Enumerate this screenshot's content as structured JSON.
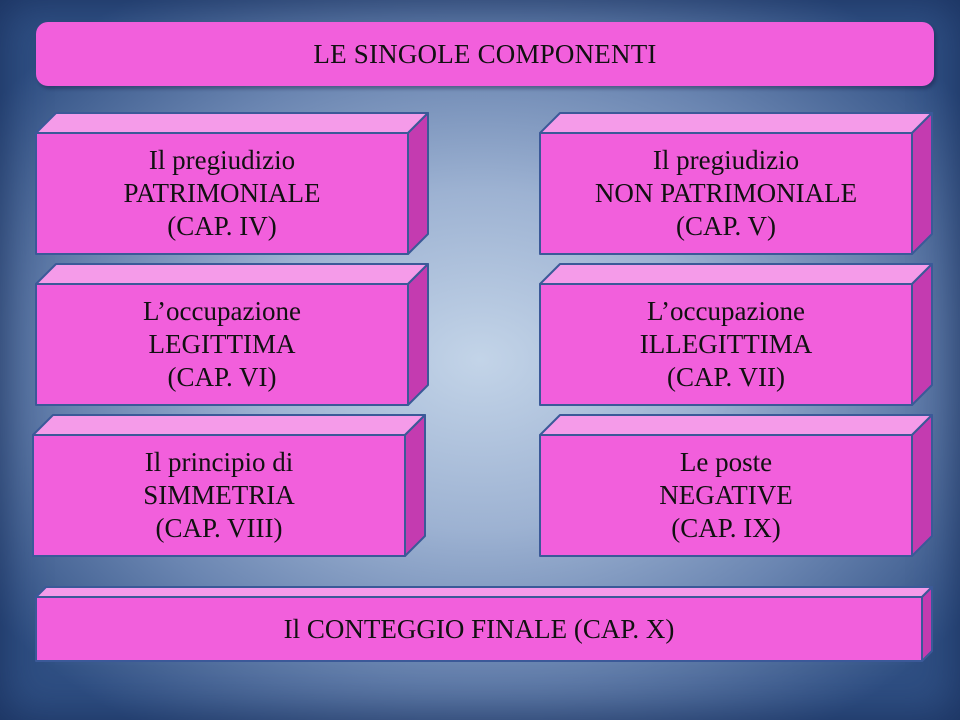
{
  "title": "LE SINGOLE COMPONENTI",
  "colors": {
    "front": "#f25fdc",
    "top": "#f59be9",
    "side": "#c43bb0",
    "edge": "#3b5998"
  },
  "boxes": {
    "patrimoniale": {
      "line1": "Il pregiudizio",
      "line2": "PATRIMONIALE",
      "line3": "(CAP. IV)"
    },
    "non_patrimoniale": {
      "line1": "Il pregiudizio",
      "line2": "NON PATRIMONIALE",
      "line3": "(CAP. V)"
    },
    "legittima": {
      "line1": "L’occupazione",
      "line2": "LEGITTIMA",
      "line3": "(CAP. VI)"
    },
    "illegittima": {
      "line1": "L’occupazione",
      "line2": "ILLEGITTIMA",
      "line3": "(CAP. VII)"
    },
    "simmetria": {
      "line1": "Il principio di",
      "line2": "SIMMETRIA",
      "line3": "(CAP. VIII)"
    },
    "negative": {
      "line1": "Le poste",
      "line2": "NEGATIVE",
      "line3": "(CAP. IX)"
    },
    "conteggio": {
      "line1": "Il CONTEGGIO FINALE (CAP. X)"
    }
  }
}
